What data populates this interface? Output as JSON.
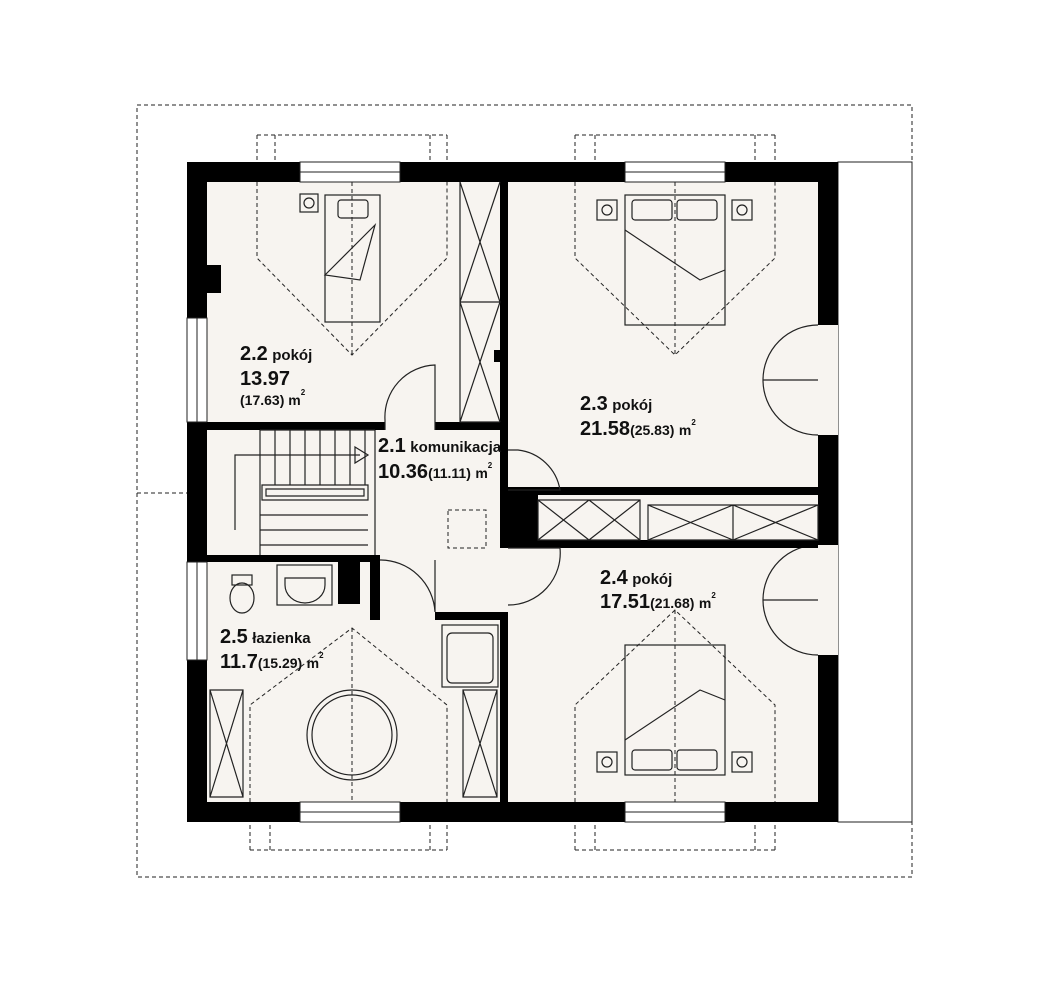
{
  "title": "Floor plan - attic",
  "colors": {
    "floor": "#f7f4f0",
    "wall": "#000000",
    "outside": "#ffffff"
  },
  "rooms": [
    {
      "number": "2.1",
      "name": "komunikacja",
      "area": "10.36",
      "gross": "(11.11)",
      "unit": "m",
      "sup": "2"
    },
    {
      "number": "2.2",
      "name": "pokój",
      "area": "13.97",
      "gross": "(17.63)",
      "unit": "m",
      "sup": "2"
    },
    {
      "number": "2.3",
      "name": "pokój",
      "area": "21.58",
      "gross": "(25.83)",
      "unit": "m",
      "sup": "2"
    },
    {
      "number": "2.4",
      "name": "pokój",
      "area": "17.51",
      "gross": "(21.68)",
      "unit": "m",
      "sup": "2"
    },
    {
      "number": "2.5",
      "name": "łazienka",
      "area": "11.7",
      "gross": "(15.29)",
      "unit": "m",
      "sup": "2"
    }
  ]
}
